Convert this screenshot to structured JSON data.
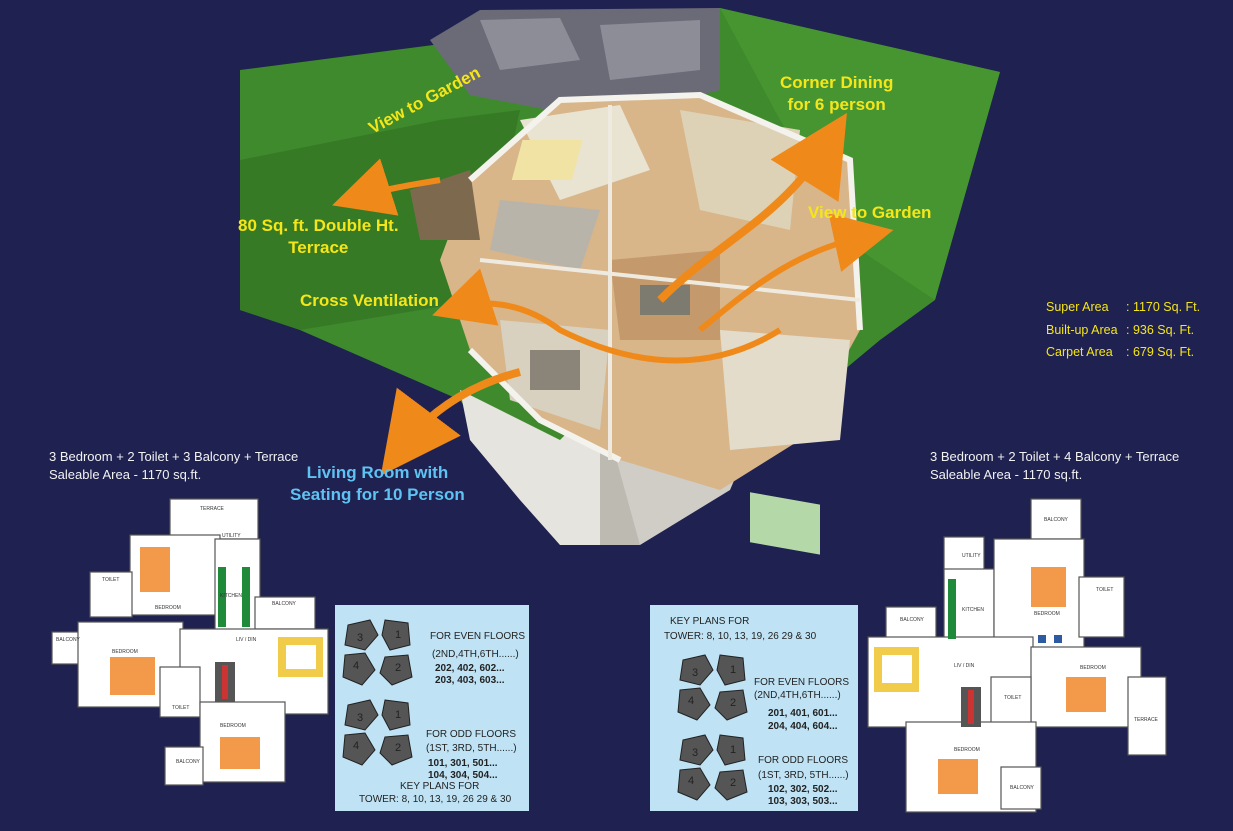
{
  "callouts": {
    "corner_dining": [
      "Corner Dining",
      "for 6 person"
    ],
    "view_to_garden_top": "View to Garden",
    "view_to_garden_right": "View to Garden",
    "terrace": [
      "80 Sq. ft. Double Ht.",
      "Terrace"
    ],
    "cross_ventilation": "Cross Ventilation",
    "living_room": [
      "Living Room with",
      "Seating for 10 Person"
    ]
  },
  "areas": [
    {
      "label": "Super Area",
      "value": ": 1170 Sq. Ft."
    },
    {
      "label": "Built-up Area",
      "value": ": 936   Sq. Ft."
    },
    {
      "label": "Carpet Area",
      "value": ": 679   Sq. Ft."
    }
  ],
  "left_plan": {
    "title": "3 Bedroom + 2 Toilet + 3 Balcony + Terrace",
    "saleable": "Saleable Area - 1170 sq.ft.",
    "rooms": {
      "terrace": "TERRACE",
      "utility": "UTILITY",
      "toilet1": "TOILET",
      "bedroom1": "BEDROOM",
      "kitchen": "KITCHEN",
      "balcony1": "BALCONY",
      "balcony2": "BALCONY",
      "bedroom2": "BEDROOM",
      "livdin": "LIV / DIN",
      "toilet2": "TOILET",
      "bedroom3": "BEDROOM",
      "balcony3": "BALCONY"
    }
  },
  "right_plan": {
    "title": "3 Bedroom + 2 Toilet + 4 Balcony + Terrace",
    "saleable": "Saleable Area - 1170 sq.ft.",
    "rooms": {
      "balcony1": "BALCONY",
      "utility": "UTILITY",
      "toilet1": "TOILET",
      "kitchen": "KITCHEN",
      "bedroom1": "BEDROOM",
      "balcony2": "BALCONY",
      "livdin": "LIV / DIN",
      "bedroom2": "BEDROOM",
      "toilet2": "TOILET",
      "terrace": "TERRACE",
      "bedroom3": "BEDROOM",
      "balcony3": "BALCONY"
    }
  },
  "key_left": {
    "even_title": "FOR EVEN FLOORS",
    "even_floors": "(2ND,4TH,6TH......)",
    "even_units_1": "202, 402, 602...",
    "even_units_2": "203, 403, 603...",
    "odd_title": "FOR ODD FLOORS",
    "odd_floors": "(1ST, 3RD, 5TH......)",
    "odd_units_1": "101, 301, 501...",
    "odd_units_2": "104, 304, 504...",
    "key_title": "KEY PLANS FOR",
    "towers": "TOWER: 8, 10, 13, 19, 26 29 & 30"
  },
  "key_right": {
    "key_title": "KEY PLANS FOR",
    "towers": "TOWER: 8, 10, 13, 19, 26 29 & 30",
    "even_title": "FOR EVEN FLOORS",
    "even_floors": "(2ND,4TH,6TH......)",
    "even_units_1": "201, 401, 601...",
    "even_units_2": "204, 404, 604...",
    "odd_title": "FOR ODD FLOORS",
    "odd_floors": "(1ST, 3RD, 5TH......)",
    "odd_units_1": "102, 302, 502...",
    "odd_units_2": "103, 303, 503..."
  },
  "key_numbers": [
    "3",
    "1",
    "4",
    "2"
  ]
}
